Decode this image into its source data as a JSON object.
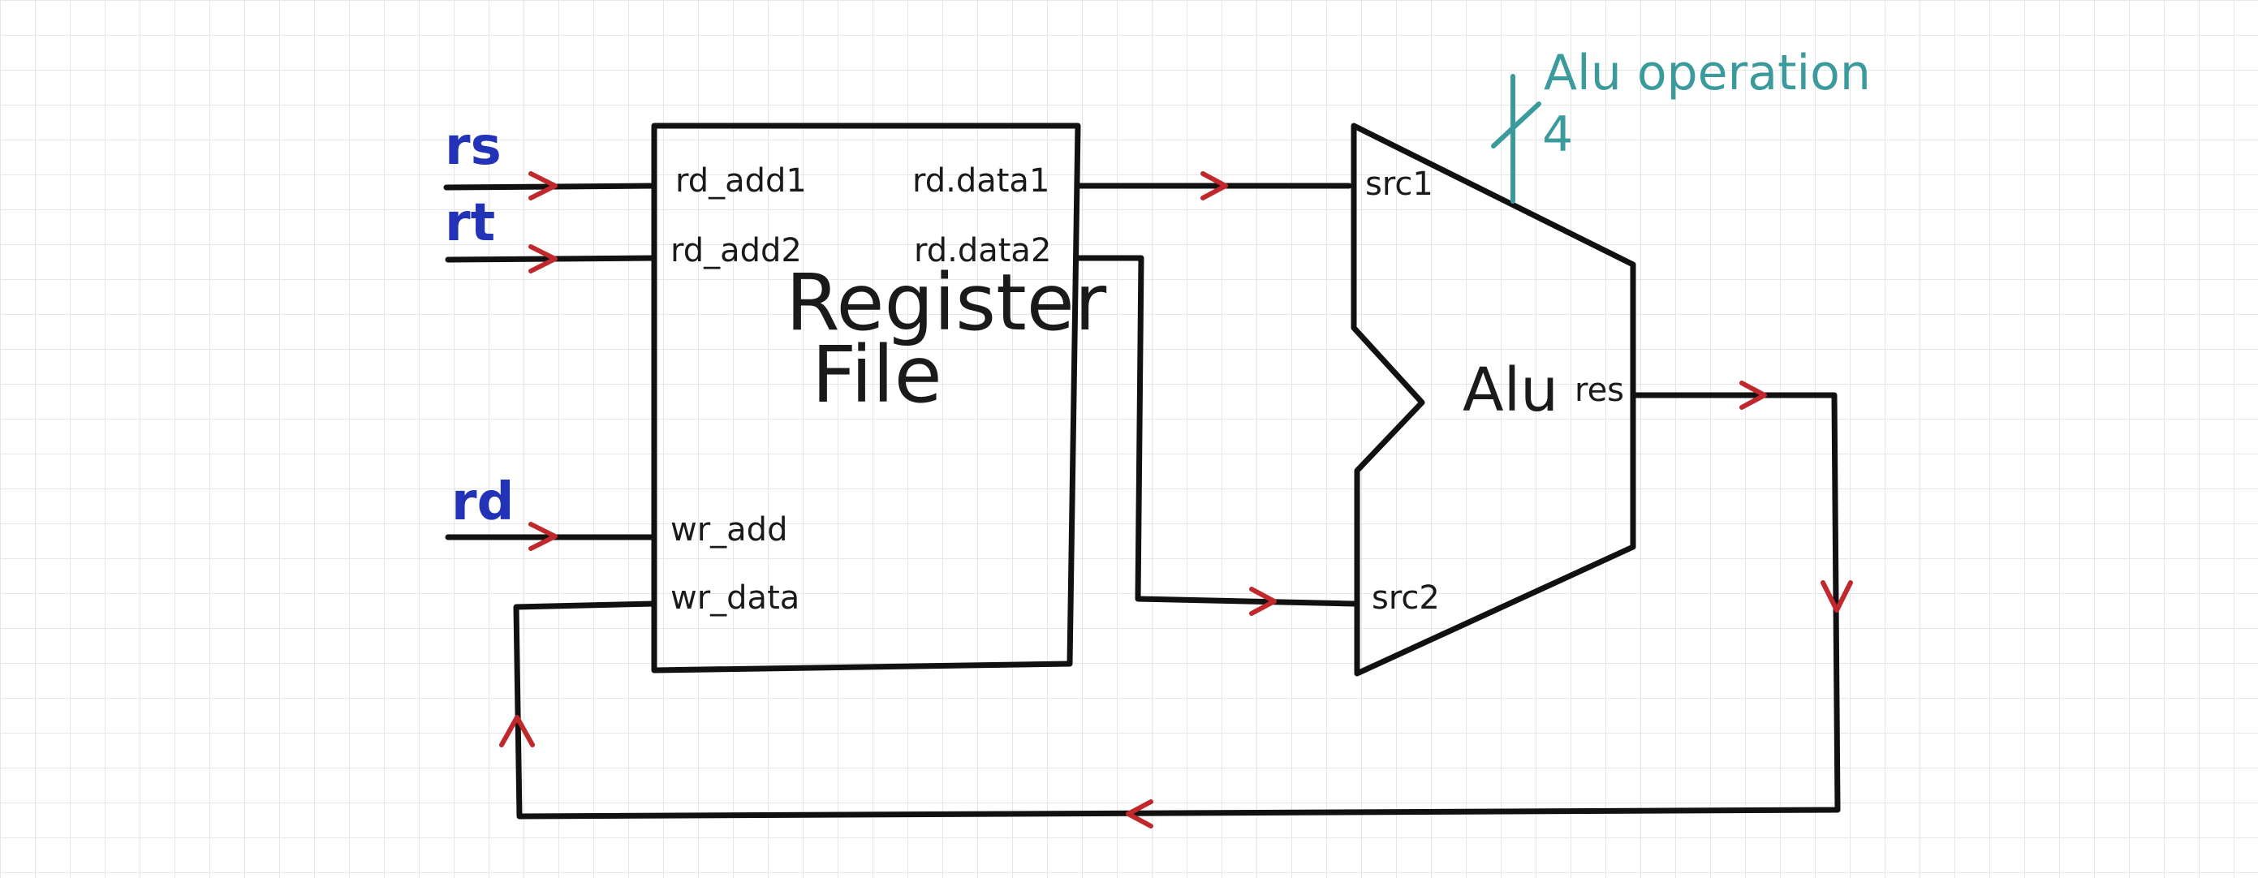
{
  "colors": {
    "wire": "#111111",
    "arrow": "#c0282c",
    "register_label": "#2233b8",
    "operation": "#3a9a9c"
  },
  "inputs": {
    "rs": "rs",
    "rt": "rt",
    "rd": "rd"
  },
  "register_file": {
    "title_line1": "Register",
    "title_line2": "File",
    "ports": {
      "rd_add1": "rd_add1",
      "rd_add2": "rd_add2",
      "wr_add": "wr_add",
      "wr_data": "wr_data",
      "rd_data1": "rd.data1",
      "rd_data2": "rd.data2"
    }
  },
  "alu": {
    "title": "Alu",
    "src1": "src1",
    "src2": "src2",
    "res": "res",
    "operation_label": "Alu operation",
    "operation_width": "4"
  }
}
